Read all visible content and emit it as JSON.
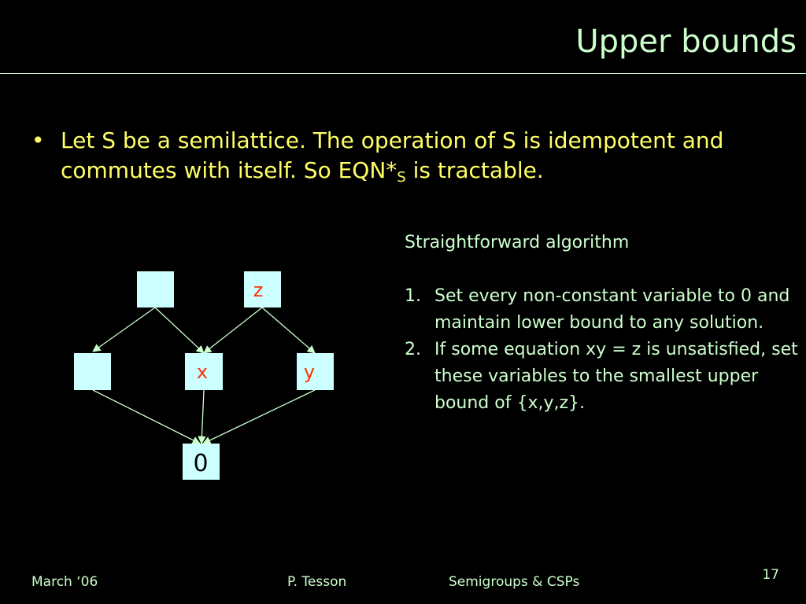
{
  "slide": {
    "title": "Upper bounds",
    "bullet": {
      "marker": "•",
      "text_before": "Let S be a semilattice. The operation of S is idempotent and commutes with itself. So EQN*",
      "subscript": "S",
      "text_after": " is tractable."
    },
    "algorithm": {
      "heading": "Straightforward algorithm",
      "steps": [
        {
          "num": "1.",
          "text": "Set every non-constant variable to 0 and maintain lower bound to any solution."
        },
        {
          "num": "2.",
          "text": "If some equation xy = z is unsatisfied, set these variables to the smallest upper bound of {x,y,z}."
        }
      ]
    },
    "diagram": {
      "nodes": {
        "top_left": "",
        "top_right": "z",
        "mid_left": "",
        "mid_center": "x",
        "mid_right": "y",
        "bottom": "0"
      }
    },
    "footer": {
      "date": "March ‘06",
      "author": "P. Tesson",
      "topic": "Semigroups & CSPs",
      "page": "17"
    }
  },
  "colors": {
    "background": "#000000",
    "title": "#ccffcc",
    "bullet": "#ffff66",
    "node_fill": "#ccffff",
    "node_label": "#ff3300",
    "bottom_label": "#000000",
    "edge": "#ccffcc"
  }
}
